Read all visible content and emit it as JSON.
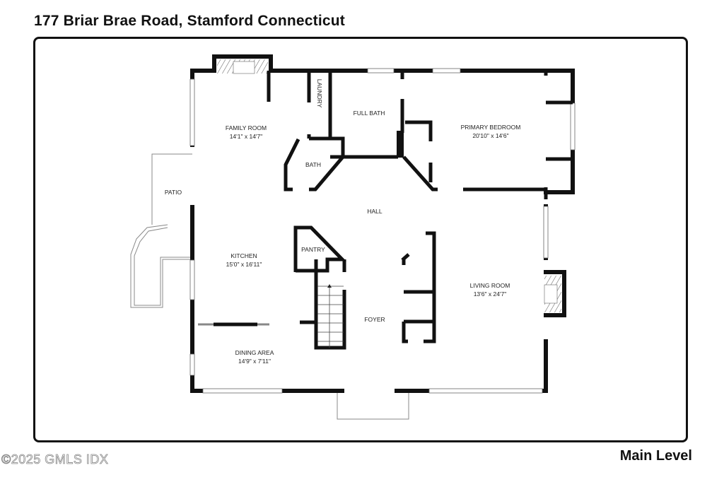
{
  "header": {
    "title": "177 Briar Brae Road, Stamford Connecticut"
  },
  "footer": {
    "level": "Main Level",
    "copyright": "©2025 GMLS IDX"
  },
  "rooms": [
    {
      "name": "FAMILY ROOM",
      "dims": "14'1\" x 14'7\""
    },
    {
      "name": "LAUNDRY",
      "dims": ""
    },
    {
      "name": "FULL BATH",
      "dims": ""
    },
    {
      "name": "PRIMARY BEDROOM",
      "dims": "20'10\" x 14'6\""
    },
    {
      "name": "BATH",
      "dims": ""
    },
    {
      "name": "PATIO",
      "dims": ""
    },
    {
      "name": "HALL",
      "dims": ""
    },
    {
      "name": "PANTRY",
      "dims": ""
    },
    {
      "name": "KITCHEN",
      "dims": "15'0\" x 16'11\""
    },
    {
      "name": "LIVING ROOM",
      "dims": "13'6\" x 24'7\""
    },
    {
      "name": "FOYER",
      "dims": ""
    },
    {
      "name": "DINING AREA",
      "dims": "14'9\" x 7'11\""
    }
  ],
  "colors": {
    "wall": "#111111",
    "window": "#ffffff",
    "outline": "#888888"
  }
}
